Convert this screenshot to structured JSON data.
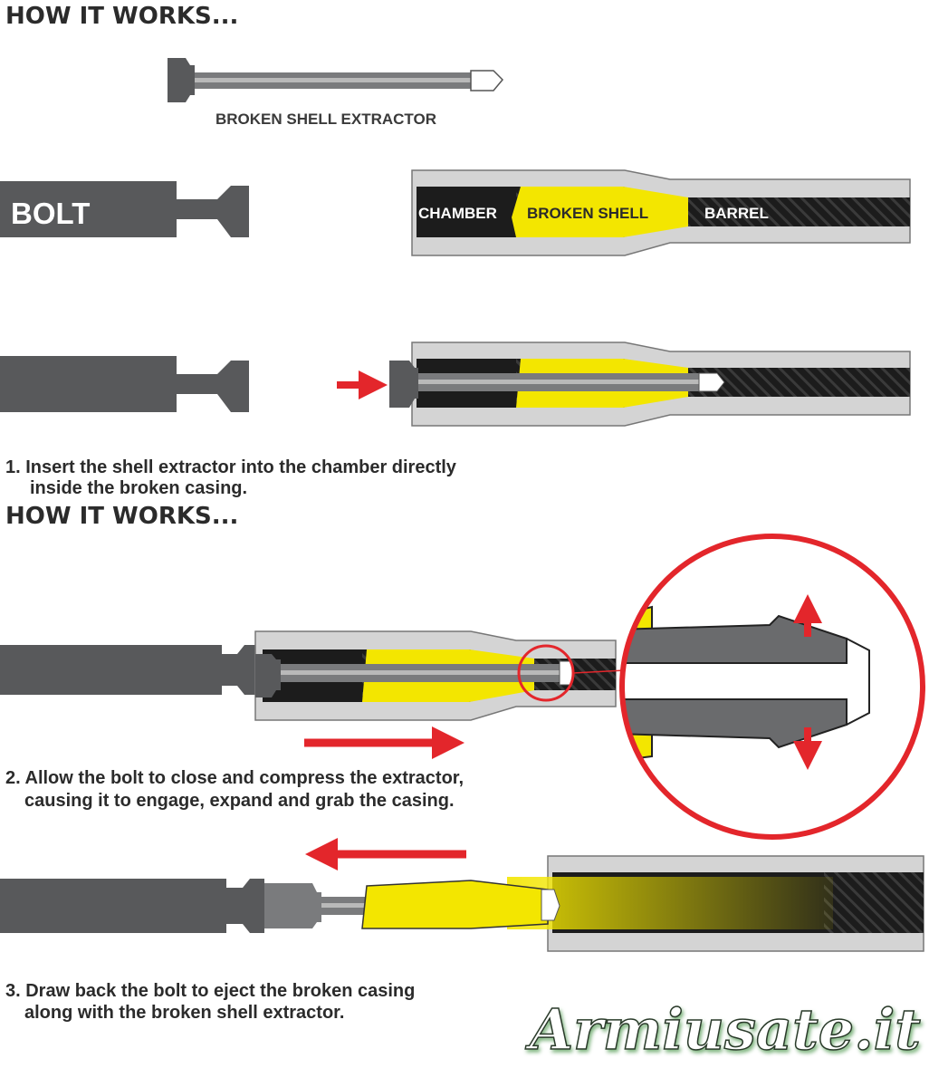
{
  "titles": [
    "HOW IT WORKS...",
    "HOW IT WORKS..."
  ],
  "labels": {
    "extractor": "BROKEN SHELL EXTRACTOR",
    "bolt": "BOLT",
    "chamber": "CHAMBER",
    "broken_shell": "BROKEN SHELL",
    "barrel": "BARREL"
  },
  "steps": [
    {
      "line1": "1. Insert the shell extractor into the chamber directly",
      "line2": "inside the broken casing."
    },
    {
      "line1": "2. Allow the bolt to close and compress the extractor,",
      "line2": "causing it to engage, expand and grab the casing."
    },
    {
      "line1": "3. Draw back the bolt to eject the broken casing",
      "line2": "along with the broken shell extractor."
    }
  ],
  "watermark": "Armiusate.it",
  "colors": {
    "bolt": "#58595b",
    "barrel": "#d4d4d4",
    "bore": "#1c1c1c",
    "shell": "#f3e600",
    "arrow": "#e3262b"
  }
}
